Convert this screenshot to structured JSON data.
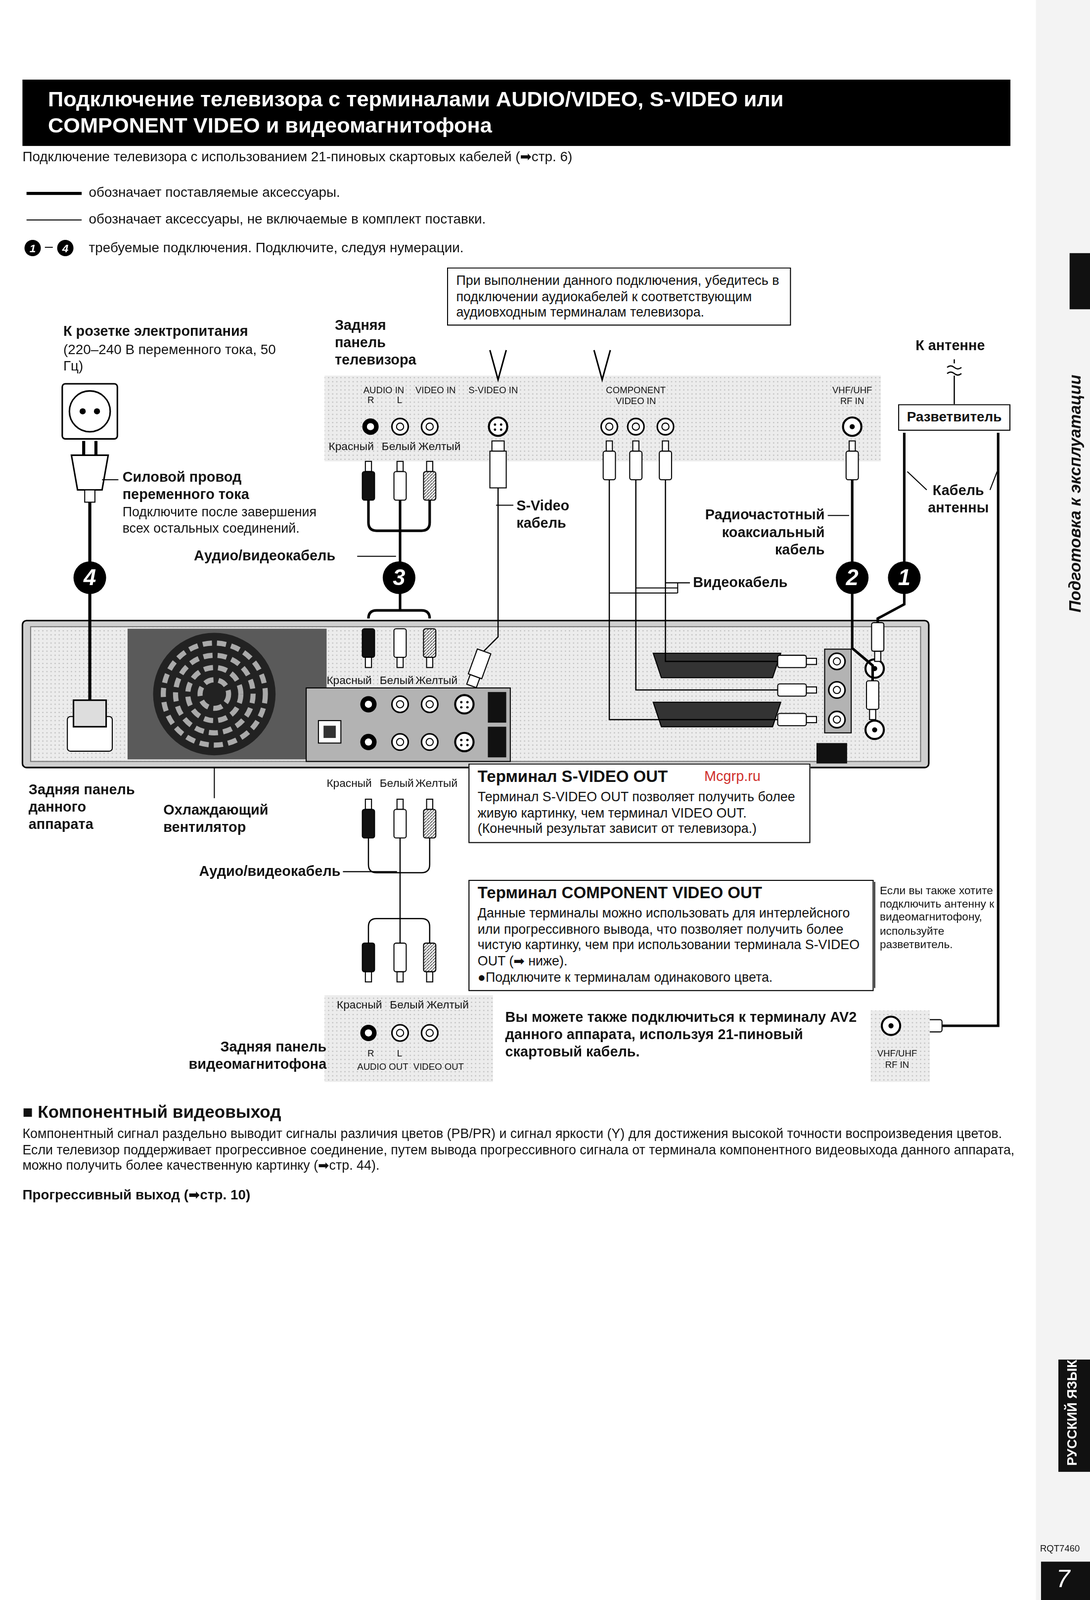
{
  "diagram": {
    "title": "Подключение телевизора с терминалами AUDIO/VIDEO, S-VIDEO или COMPONENT VIDEO и видеомагнитофона",
    "nodes": [
      {
        "text": [
          "При выполнении данного подключения, убедитесь в подключении аудиокабелей к соответствующим аудиовходным терминалам телевизора."
        ]
      },
      {
        "text": [
          "Разветвитель"
        ]
      },
      {
        "text": [
          "Терминал S-VIDEO OUT",
          "Терминал S-VIDEO OUT позволяет получить более живую картинку, чем терминал VIDEO OUT. (Конечный результат зависит от телевизора.)"
        ]
      },
      {
        "text": [
          "Терминал COMPONENT VIDEO OUT",
          "Данные терминалы можно использовать для интерлейсного или прогрессивного вывода, что позволяет получить более чистую картинку, чем при использовании терминала S-VIDEO OUT (➡ ниже).",
          "●Подключите к терминалам одинакового цвета."
        ]
      }
    ],
    "labels": [
      "Подключение телевизора с использованием 21-пиновых скартовых кабелей (➡стр. 6)",
      "1",
      "–",
      "4",
      "требуемые подключения. Подключите, следуя нумерации.",
      "К розетке электропитания",
      "(220–240 В переменного тока, 50 Гц)",
      "Задняя панель телевизора",
      "AUDIO IN",
      "R",
      "L",
      "VIDEO IN",
      "S-VIDEO IN",
      "COMPONENT VIDEO IN",
      "VHF/UHF RF IN",
      "Красный",
      "Белый",
      "Желтый",
      "К антенне",
      "Кабель антенны",
      "Силовой провод переменного тока",
      "Подключите после завершения всех остальных соединений.",
      "Аудио/видеокабель",
      "S-Video кабель",
      "Радиочастотный коаксиальный кабель",
      "Видеокабель",
      "4",
      "3",
      "2",
      "1",
      "Красный",
      "Белый",
      "Желтый",
      "Задняя панель данного аппарата",
      "Охлаждающий вентилятор",
      "Красный",
      "Белый",
      "Желтый",
      "Mcgrp.ru",
      "Аудио/видеокабель",
      "Если вы также хотите подключить антенну к видеомагнитофону, используйте разветвитель.",
      "Красный",
      "Белый",
      "Желтый",
      "Задняя панель видеомагнитофона",
      "R",
      "L",
      "AUDIO OUT",
      "VIDEO OUT",
      "Вы можете также подключиться к терминалу AV2 данного аппарата, используя 21-пиновый скартовый кабель.",
      "VHF/UHF RF IN",
      "■ Компонентный видеовыход",
      "Компонентный сигнал раздельно выводит сигналы различия цветов (PB/PR) и сигнал яркости (Y) для достижения высокой точности воспроизведения цветов. Если телевизор поддерживает прогрессивное соединение, путем вывода прогрессивного сигнала от терминала компонентного видеовыхода данного аппарата, можно получить более качественную картинку (➡стр. 44).",
      "Прогрессивный выход (➡стр. 10)",
      "Подготовка к эксплуатации",
      "РУССКИЙ ЯЗЫК",
      "RQT7460",
      "7"
    ],
    "legend": [
      {
        "text": "обозначает поставляемые аксессуары."
      },
      {
        "text": "обозначает аксессуары, не включаемые в комплект поставки."
      }
    ]
  }
}
